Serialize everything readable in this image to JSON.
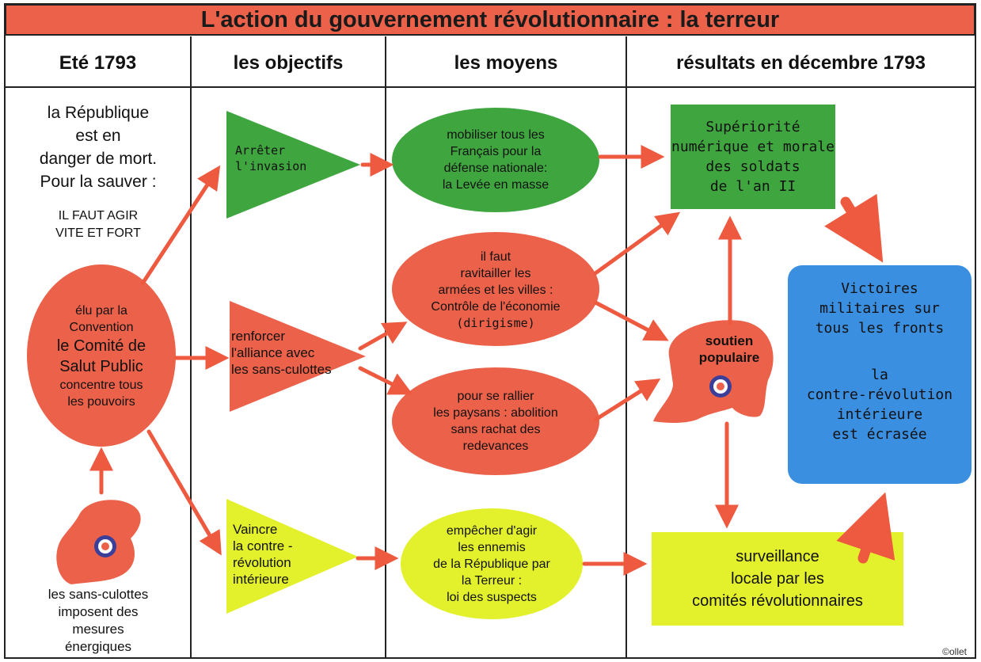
{
  "title": "L'action du gouvernement révolutionnaire : la terreur",
  "columns": [
    "Eté 1793",
    "les objectifs",
    "les moyens",
    "résultats en décembre 1793"
  ],
  "intro": {
    "line1": "la République",
    "line2": "est en",
    "line3": "danger de mort.",
    "line4": "Pour la sauver :",
    "line5": "IL FAUT AGIR",
    "line6": "VITE ET FORT"
  },
  "comite": {
    "line1": "élu par la",
    "line2": "Convention",
    "line3": "le Comité de",
    "line4": "Salut Public",
    "line5": "concentre tous",
    "line6": "les pouvoirs"
  },
  "sansculottes": {
    "line1": "les sans-culottes",
    "line2": "imposent des",
    "line3": "mesures",
    "line4": "énergiques"
  },
  "objectifs": {
    "invasion": {
      "line1": "Arrêter",
      "line2": "l'invasion"
    },
    "alliance": {
      "line1": "renforcer",
      "line2": "l'alliance avec",
      "line3": "les sans-culottes"
    },
    "contre": {
      "line1": "Vaincre",
      "line2": "la contre -",
      "line3": "révolution",
      "line4": "intérieure"
    }
  },
  "moyens": {
    "levee": {
      "line1": "mobiliser tous les",
      "line2": "Français pour la",
      "line3": "défense nationale:",
      "line4": "la Levée en masse"
    },
    "ravitailler": {
      "line1": "il faut",
      "line2": "ravitailler les",
      "line3": "armées et les villes :",
      "line4": "Contrôle de l'économie",
      "line5": "(dirigisme)"
    },
    "paysans": {
      "line1": "pour se rallier",
      "line2": "les paysans : abolition",
      "line3": "sans rachat des",
      "line4": "redevances"
    },
    "terreur": {
      "line1": "empêcher d'agir",
      "line2": "les ennemis",
      "line3": "de la République par",
      "line4": "la Terreur :",
      "line5": "loi des suspects"
    }
  },
  "resultats": {
    "superiorite": {
      "line1": "Supériorité",
      "line2": "numérique et morale",
      "line3": "des soldats",
      "line4": "de l'an II"
    },
    "soutien": {
      "line1": "soutien",
      "line2": "populaire"
    },
    "surveillance": {
      "line1": "surveillance",
      "line2": "locale par les",
      "line3": "comités révolutionnaires"
    },
    "victoires": {
      "line1": "Victoires",
      "line2": "militaires sur",
      "line3": "tous les fronts",
      "line4": "la",
      "line5": "contre-révolution",
      "line6": "intérieure",
      "line7": "est écrasée"
    }
  },
  "credit": "©ollet",
  "colors": {
    "red": "#ec6149",
    "green": "#3fa63f",
    "yellow": "#e3f02c",
    "blue": "#3a8fe0",
    "arrow": "#ee5a3f"
  }
}
